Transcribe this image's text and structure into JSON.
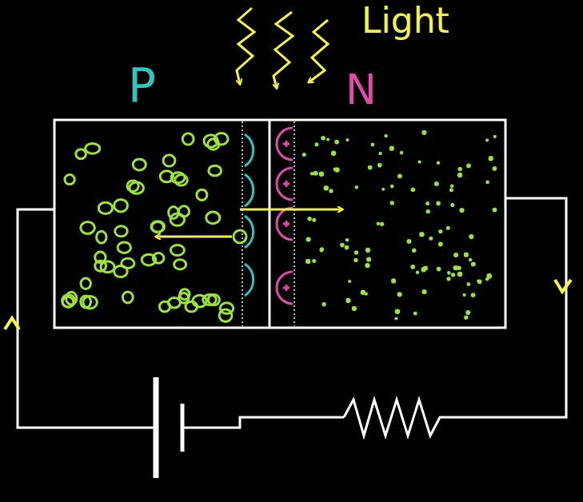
{
  "diagram": {
    "labels": [
      "P",
      "N",
      "Light"
    ]
  }
}
